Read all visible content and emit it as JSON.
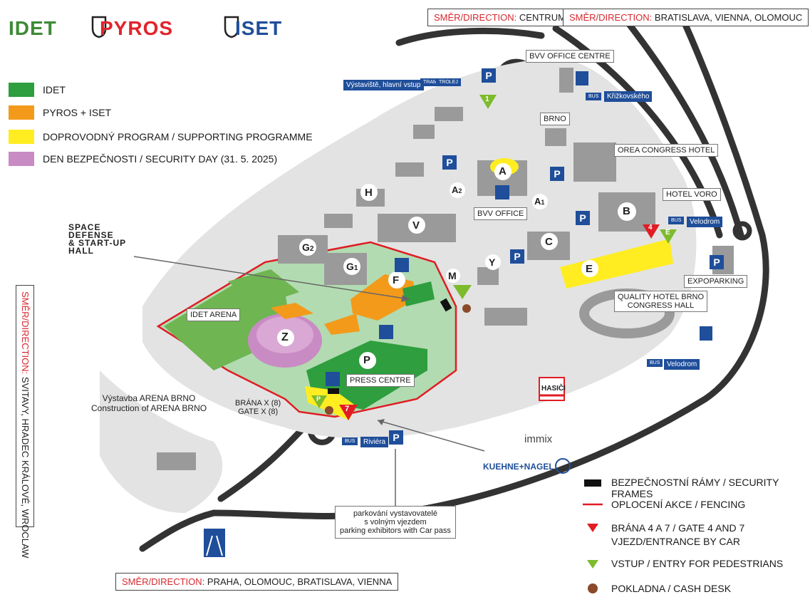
{
  "logos": {
    "idet": "IDET",
    "pyros": "PYROS",
    "iset": "ISET"
  },
  "colors": {
    "idet": "#2e9e3e",
    "pyros_iset": "#f39a1b",
    "supporting": "#ffed22",
    "security_day": "#c98bc4",
    "fence": "#e01c24",
    "parking_blue": "#1f4e9a",
    "pedestrian": "#7dbb2c",
    "cash": "#8b4a2a"
  },
  "legend": [
    {
      "label": "IDET",
      "color_key": "idet"
    },
    {
      "label": "PYROS + ISET",
      "color_key": "pyros_iset"
    },
    {
      "label": "DOPROVODNÝ PROGRAM / SUPPORTING PROGRAMME",
      "color_key": "supporting"
    },
    {
      "label": "DEN BEZPEČNOSTI / SECURITY DAY (31. 5. 2025)",
      "color_key": "security_day"
    }
  ],
  "directions": {
    "prefix": "SMĚR/DIRECTION:",
    "top_centrum": "CENTRUM",
    "top_right": "BRATISLAVA, VIENNA, OLOMOUC",
    "left": "SVITAVY, HRADEC KRÁLOVÉ, WROCLAW",
    "bottom": "PRAHA, OLOMOUC, BRATISLAVA, VIENNA"
  },
  "space_hall": {
    "line1": "SPACE",
    "line2": "DEFENSE",
    "line3": "& START-UP",
    "line4": "HALL"
  },
  "map_labels": {
    "bvv_office_centre": "BVV OFFICE CENTRE",
    "vystaviste": "Výstaviště, hlavní vstup",
    "tram": "TRAM",
    "trolej": "TROLEJ",
    "bus": "BUS",
    "krizkovskeho": "Křižkovského",
    "brno": "BRNO",
    "orea": "OREA CONGRESS HOTEL",
    "hotel_voro": "HOTEL VORO",
    "velodrom": "Velodrom",
    "expoparking": "EXPOPARKING",
    "quality_hotel_1": "QUALITY HOTEL BRNO",
    "quality_hotel_2": "CONGRESS HALL",
    "bvv_office": "BVV OFFICE",
    "idet_arena": "IDET ARENA",
    "press_centre": "PRESS CENTRE",
    "hasici": "HASIČI",
    "arena_cz": "Výstavba ARENA BRNO",
    "arena_en": "Construction of ARENA BRNO",
    "gate_x_cz": "BRÁNA X (8)",
    "gate_x_en": "GATE X (8)",
    "riviera": "Riviéra",
    "immix": "immix",
    "kuehne": "KUEHNE+NAGEL",
    "parking_cz1": "parkování vystavovatelé",
    "parking_cz2": "s volným vjezdem",
    "parking_en": "parking exhibitors with Car pass"
  },
  "halls": {
    "A": "A",
    "A1": "A",
    "A1_sub": "1",
    "A2": "A",
    "A2_sub": "2",
    "B": "B",
    "C": "C",
    "E": "E",
    "F": "F",
    "G2": "G",
    "G2_sub": "2",
    "G1": "G",
    "G1_sub": "1",
    "H": "H",
    "M": "M",
    "P": "P",
    "V": "V",
    "Y": "Y",
    "Z": "Z"
  },
  "parking_letter": "P",
  "gate_numbers": {
    "g1": "1",
    "g4": "4",
    "g7": "7",
    "gE": "E",
    "gP": "P"
  },
  "map_key": [
    {
      "symbol": "security-frame",
      "label": "BEZPEČNOSTNÍ RÁMY / SECURITY FRAMES"
    },
    {
      "symbol": "fence",
      "label": "OPLOCENÍ AKCE / FENCING"
    },
    {
      "symbol": "gate-car",
      "label": "BRÁNA 4 A 7 / GATE 4 AND 7"
    },
    {
      "symbol": "none",
      "label": "VJEZD/ENTRANCE BY CAR"
    },
    {
      "symbol": "gate-pedestrian",
      "label": "VSTUP / ENTRY FOR PEDESTRIANS"
    },
    {
      "symbol": "cash-desk",
      "label": "POKLADNA / CASH DESK"
    }
  ]
}
